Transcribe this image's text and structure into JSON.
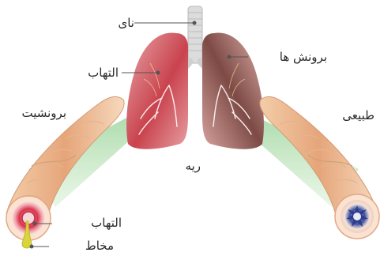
{
  "labels": {
    "trachea": "نای",
    "bronchi": "برونش ها",
    "inflammation_lung": "التهاب",
    "bronchitis": "برونشیت",
    "normal": "طبیعی",
    "lung": "ریه",
    "inflammation_tube": "التهاب",
    "mucus": "مخاط"
  },
  "colors": {
    "lung_inflamed": "#c94a52",
    "lung_smoker": "#8e5a52",
    "airway": "#e9a97e",
    "wedge": "#b9dfb6",
    "mucus": "#d9d43a",
    "normal_lumen": "#3c4d9e"
  }
}
